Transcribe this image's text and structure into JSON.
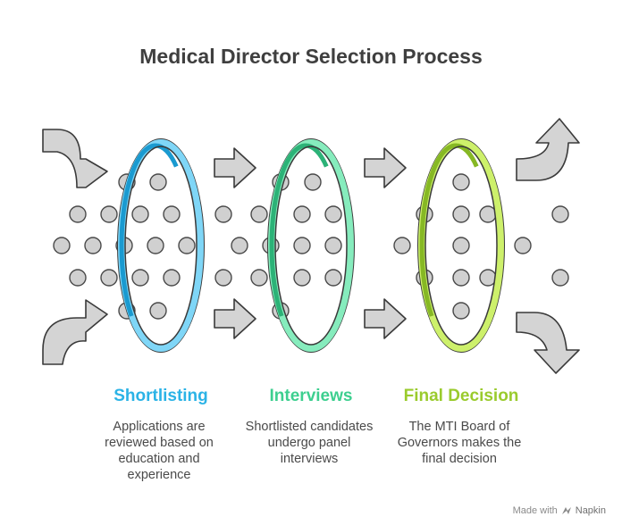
{
  "title": "Medical Director Selection Process",
  "stages": [
    {
      "name": "Shortlisting",
      "description": "Applications are reviewed based on education and experience",
      "color": "#2bb3e6",
      "ring_light": "#7fd6f7",
      "ring_dark": "#1a9ad0"
    },
    {
      "name": "Interviews",
      "description": "Shortlisted candidates undergo panel interviews",
      "color": "#3dcf8f",
      "ring_light": "#86ecbd",
      "ring_dark": "#2cb277"
    },
    {
      "name": "Final Decision",
      "description": "The MTI Board of Governors makes the final decision",
      "color": "#9acb2d",
      "ring_light": "#cdf06b",
      "ring_dark": "#86b824"
    }
  ],
  "footer": {
    "prefix": "Made with",
    "brand": "Napkin",
    "icon": "napkin-logo-icon"
  }
}
